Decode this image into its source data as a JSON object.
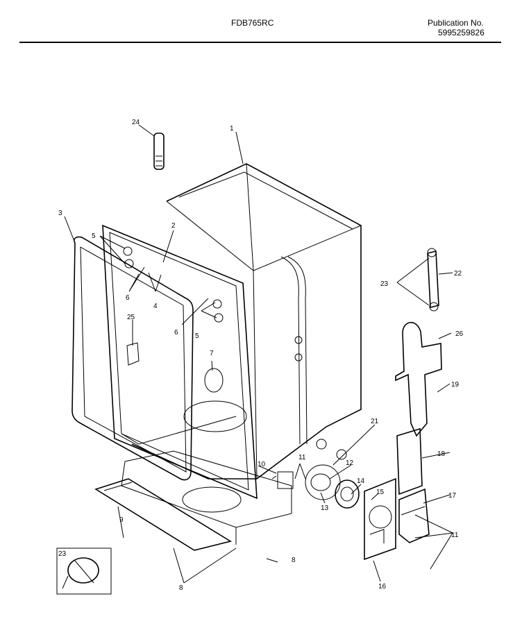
{
  "header": {
    "model": "FDB765RC",
    "publication_label": "Publication No.",
    "publication_number": "5995259826"
  },
  "callouts": {
    "c1": "1",
    "c2": "2",
    "c3": "3",
    "c4": "4",
    "c5a": "5",
    "c5b": "5",
    "c6a": "6",
    "c6b": "6",
    "c7": "7",
    "c8a": "8",
    "c8b": "8",
    "c9": "9",
    "c10": "10",
    "c11a": "11",
    "c11b": "11",
    "c12": "12",
    "c13": "13",
    "c14": "14",
    "c15": "15",
    "c16": "16",
    "c17": "17",
    "c18": "18",
    "c19": "19",
    "c21": "21",
    "c22": "22",
    "c23a": "23",
    "c23b": "23",
    "c24": "24",
    "c25": "25",
    "c26": "26"
  }
}
